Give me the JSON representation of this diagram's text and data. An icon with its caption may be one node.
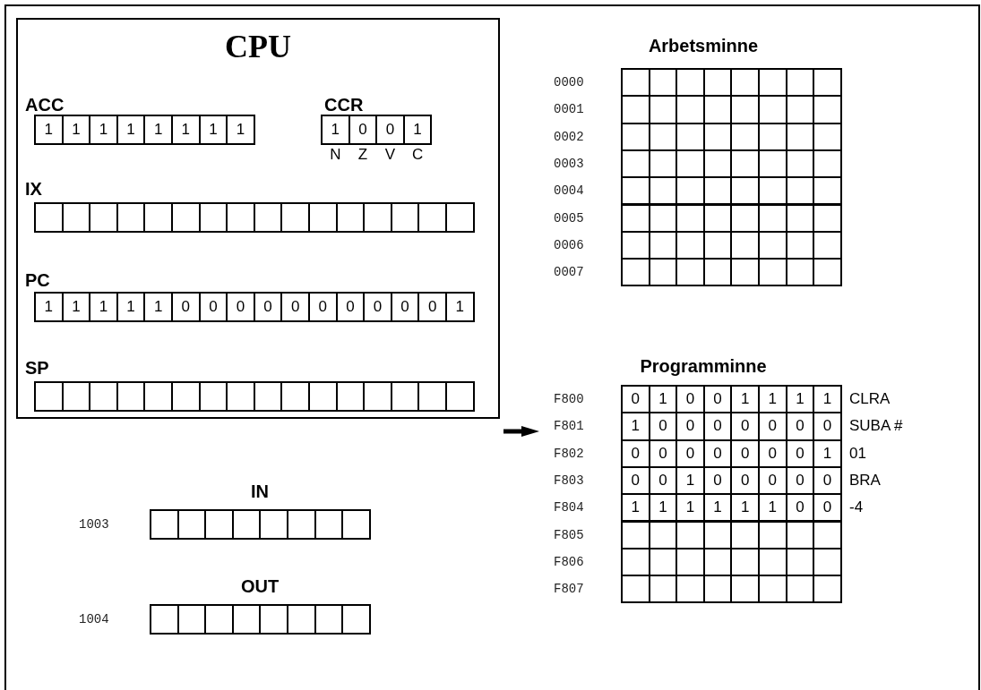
{
  "diagram": {
    "nodes": [
      {
        "text": [
          "CPU"
        ]
      }
    ],
    "labels": [
      "ACC",
      "CCR",
      "1",
      "1",
      "1",
      "1",
      "1",
      "1",
      "1",
      "1",
      "1",
      "0",
      "0",
      "1",
      "N",
      "Z",
      "V",
      "C",
      "IX",
      "PC",
      "1",
      "1",
      "1",
      "1",
      "1",
      "0",
      "0",
      "0",
      "0",
      "0",
      "0",
      "0",
      "0",
      "0",
      "0",
      "1",
      "SP",
      "Arbetsminne",
      "0000",
      "0001",
      "0002",
      "0003",
      "0004",
      "0005",
      "0006",
      "0007",
      "Programminne",
      "F800",
      "0",
      "1",
      "0",
      "0",
      "1",
      "1",
      "1",
      "1",
      "CLRA",
      "F801",
      "1",
      "0",
      "0",
      "0",
      "0",
      "0",
      "0",
      "0",
      "SUBA #",
      "F802",
      "0",
      "0",
      "0",
      "0",
      "0",
      "0",
      "0",
      "1",
      "01",
      "F803",
      "0",
      "0",
      "1",
      "0",
      "0",
      "0",
      "0",
      "0",
      "BRA",
      "F804",
      "1",
      "1",
      "1",
      "1",
      "1",
      "1",
      "0",
      "0",
      "-4",
      "F805",
      "F806",
      "F807",
      "IN",
      "1003",
      "OUT",
      "1004"
    ]
  }
}
